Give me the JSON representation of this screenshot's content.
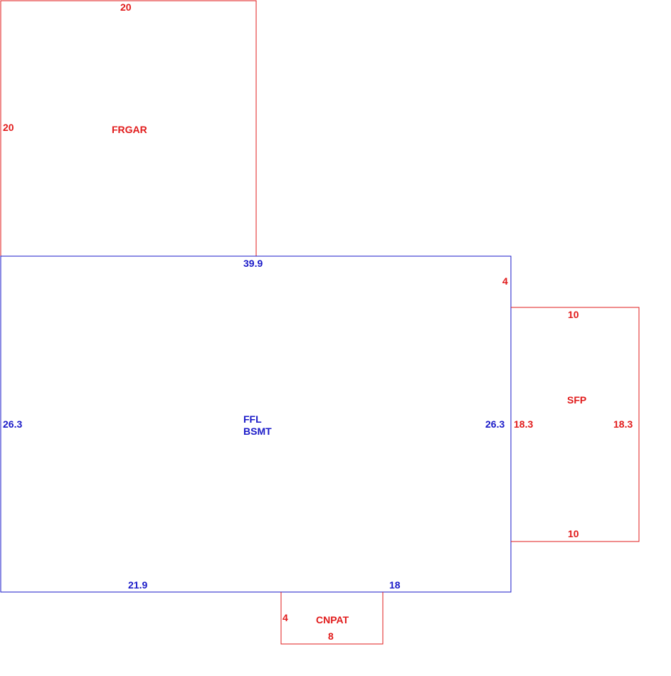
{
  "colors": {
    "red": "#e11b1b",
    "blue": "#1a1ac8",
    "background": "#ffffff"
  },
  "areas": {
    "garage": {
      "name": "FRGAR",
      "dim_top": "20",
      "dim_left": "20"
    },
    "main": {
      "name_line1": "FFL",
      "name_line2": "BSMT",
      "dim_top": "39.9",
      "dim_left": "26.3",
      "dim_right": "26.3",
      "dim_bottom_left": "21.9",
      "dim_bottom_right": "18",
      "dim_offset": "4"
    },
    "porch": {
      "name": "SFP",
      "dim_top": "10",
      "dim_bottom": "10",
      "dim_left": "18.3",
      "dim_right": "18.3"
    },
    "patio": {
      "name": "CNPAT",
      "dim_left": "4",
      "dim_bottom": "8"
    }
  }
}
